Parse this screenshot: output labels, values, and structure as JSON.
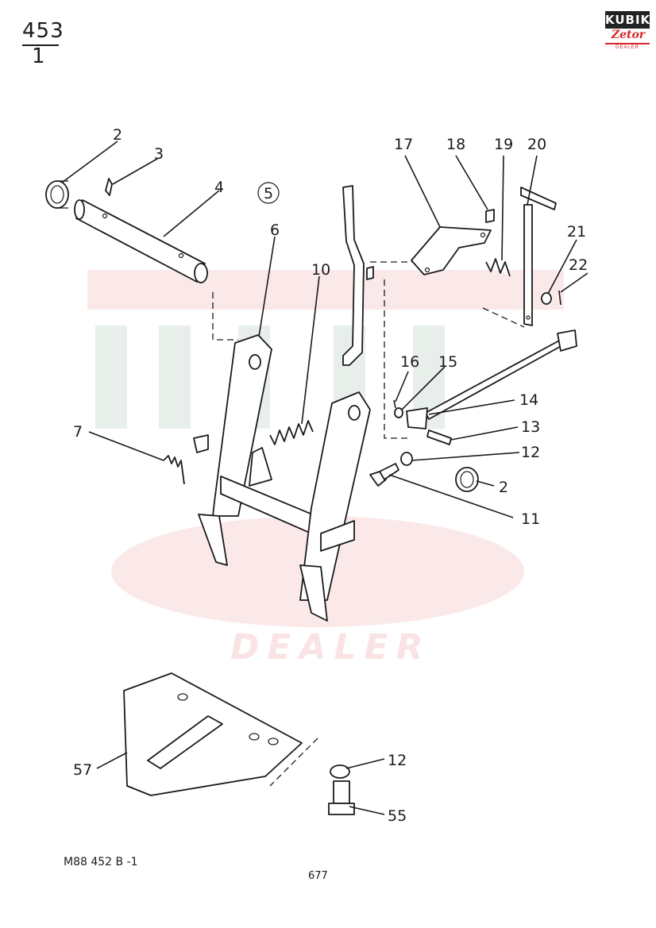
{
  "header": {
    "section_number": "453",
    "sheet_number": "1"
  },
  "logo": {
    "top_text": "KUBIK",
    "middle_text": "Zetor",
    "bottom_text": "DEALER"
  },
  "watermark": {
    "text": "DEALER"
  },
  "group_marker": "5",
  "callouts": {
    "c2a": "2",
    "c3": "3",
    "c4": "4",
    "c6": "6",
    "c7": "7",
    "c10": "10",
    "c11": "11",
    "c12a": "12",
    "c13": "13",
    "c14": "14",
    "c15": "15",
    "c16": "16",
    "c17": "17",
    "c18": "18",
    "c19": "19",
    "c20": "20",
    "c21": "21",
    "c22": "22",
    "c2b": "2",
    "c57": "57",
    "c12b": "12",
    "c55": "55"
  },
  "footer": {
    "drawing_code": "M88   452 B -1",
    "page_number": "677"
  }
}
